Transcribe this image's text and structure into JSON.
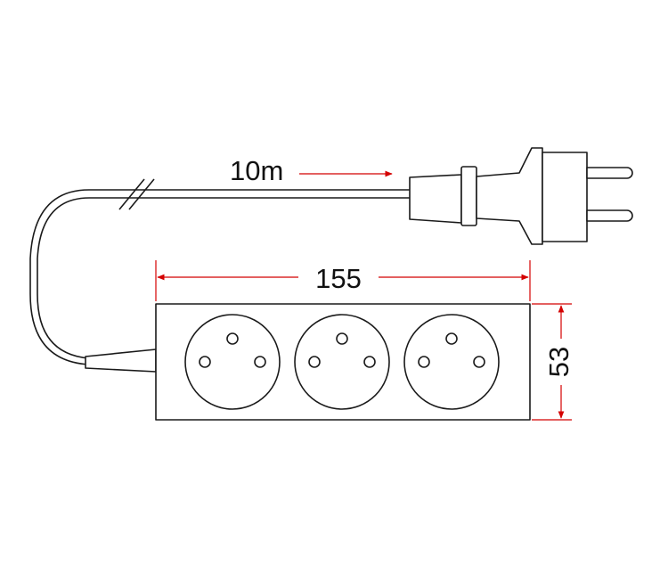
{
  "diagram": {
    "cable_length_label": "10m",
    "width_label": "155",
    "height_label": "53",
    "outlet_count": 3
  },
  "colors": {
    "line": "#1a1a1a",
    "dimension": "#d40000",
    "background": "#ffffff"
  },
  "icons": {
    "plug": "plug-icon",
    "socket": "socket-icon",
    "cable_break": "cable-break-icon"
  }
}
